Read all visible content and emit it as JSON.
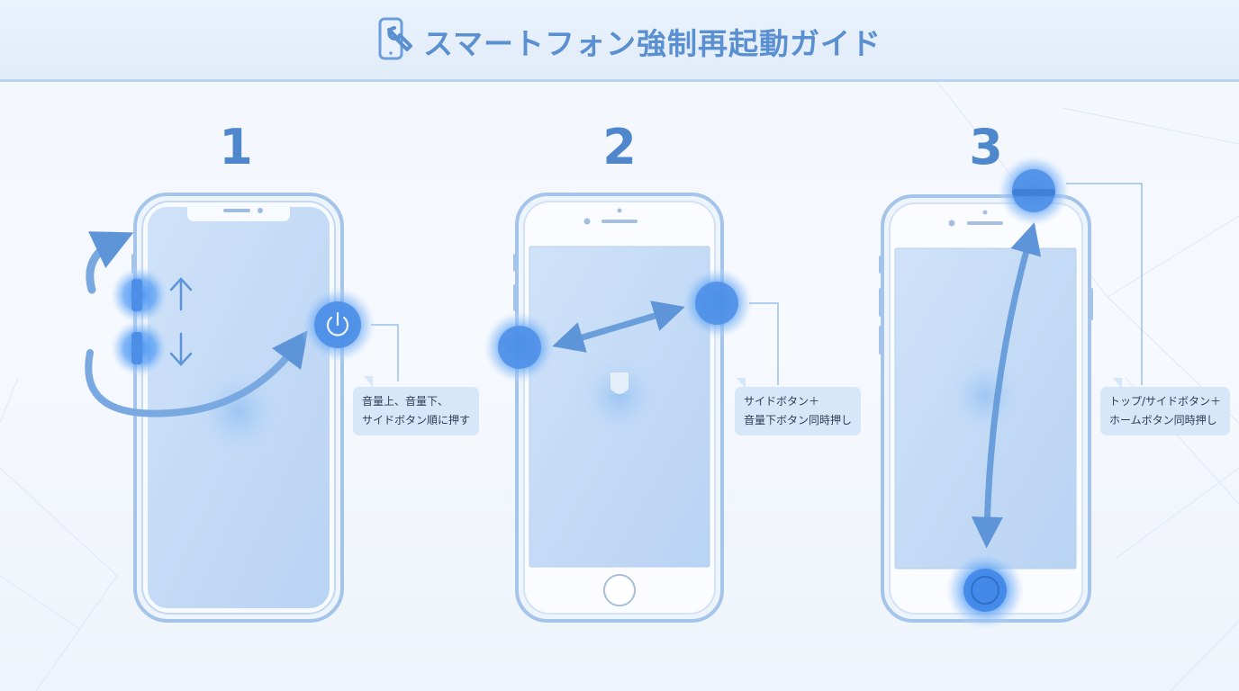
{
  "header": {
    "title": "スマートフォン強制再起動ガイド",
    "icon": "phone-wrench-icon"
  },
  "steps": [
    {
      "number": "1",
      "phone_type": "notch-phone",
      "label_lines": [
        "音量上、音量下、",
        "サイドボタン順に押す"
      ],
      "buttons": [
        "volume-up-button",
        "volume-down-button",
        "power-button"
      ],
      "icons": [
        "curved-arrow-icon",
        "arrow-up-icon",
        "arrow-down-icon",
        "power-icon"
      ]
    },
    {
      "number": "2",
      "phone_type": "home-button-phone",
      "label_lines": [
        "サイドボタン＋",
        "音量下ボタン同時押し"
      ],
      "buttons": [
        "left-side-button",
        "right-side-button"
      ],
      "icons": [
        "double-arrow-icon"
      ]
    },
    {
      "number": "3",
      "phone_type": "home-button-phone",
      "label_lines": [
        "トップ/サイドボタン＋",
        "ホームボタン同時押し"
      ],
      "buttons": [
        "top-side-button",
        "home-button"
      ],
      "icons": [
        "double-arrow-icon"
      ]
    }
  ],
  "colors": {
    "accent": "#4f87cc",
    "header_bg": "#e3edf9",
    "phone_screen": "#c7dcf5",
    "glow": "#3f8ef0",
    "label_bg": "#d7e7fa"
  }
}
